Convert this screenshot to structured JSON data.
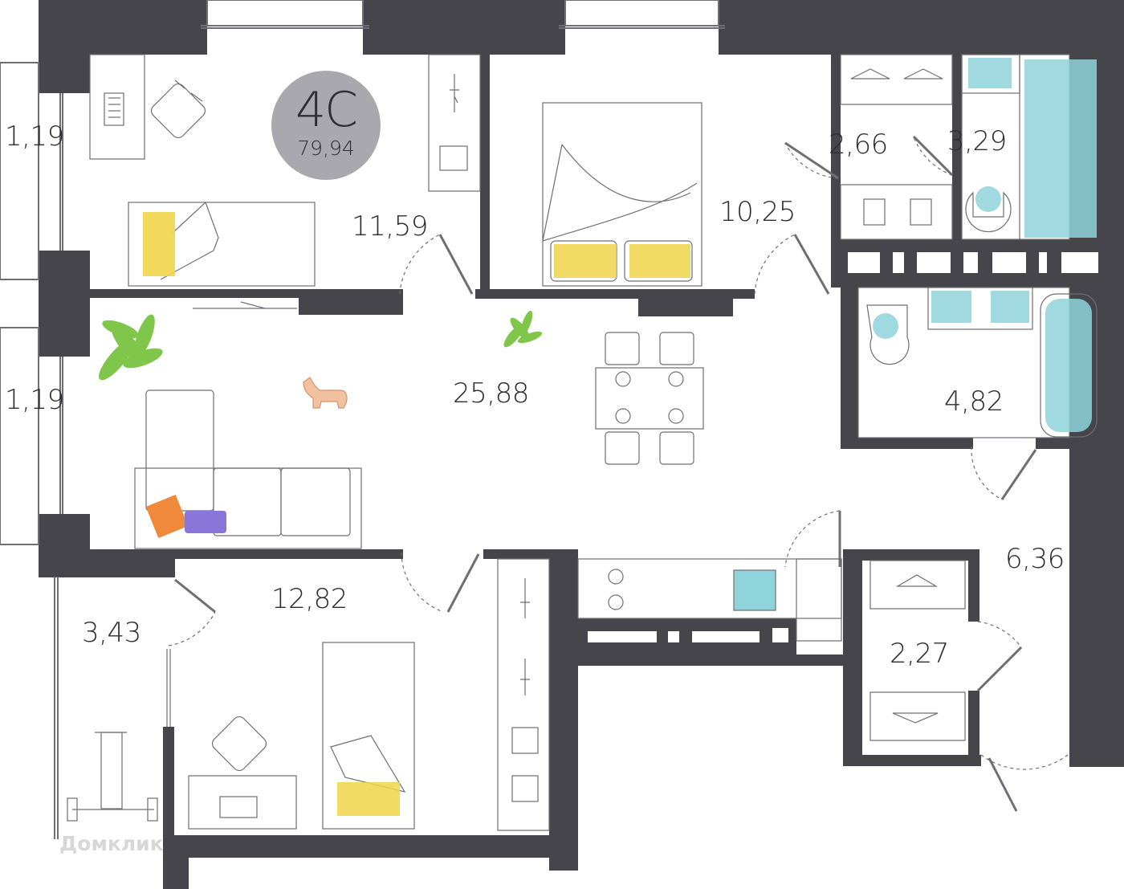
{
  "plan": {
    "apartment_type": "4C",
    "total_area": "79,94",
    "rooms": [
      {
        "area": "1,19"
      },
      {
        "area": "1,19"
      },
      {
        "area": "11,59"
      },
      {
        "area": "10,25"
      },
      {
        "area": "2,66"
      },
      {
        "area": "3,29"
      },
      {
        "area": "25,88"
      },
      {
        "area": "4,82"
      },
      {
        "area": "6,36"
      },
      {
        "area": "12,82"
      },
      {
        "area": "3,43"
      },
      {
        "area": "2,27"
      }
    ]
  },
  "watermark": "Домклик",
  "colors": {
    "wall": "#46454b",
    "line": "#6f6e74",
    "badge": "#a9a8ae",
    "water": "#8fd3db",
    "yellow": "#f0d54a",
    "plant": "#7fc64a",
    "orange": "#f08a3a",
    "purple": "#8a76d8"
  },
  "icons": [
    "bed-icon",
    "sofa-icon",
    "dining-table-icon",
    "chair-icon",
    "desk-icon",
    "laptop-icon",
    "bathtub-icon",
    "shower-icon",
    "toilet-icon",
    "sink-icon",
    "stove-icon",
    "hanger-icon",
    "plant-icon",
    "dog-icon",
    "barbell-icon",
    "door-swing-icon",
    "window-icon"
  ]
}
